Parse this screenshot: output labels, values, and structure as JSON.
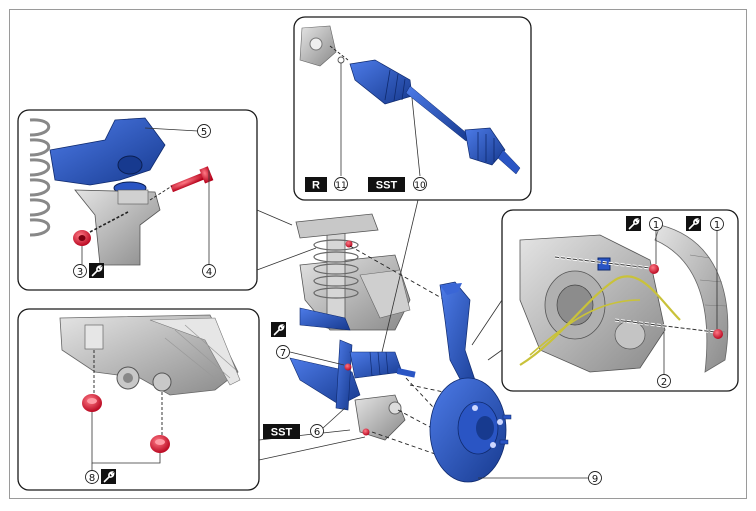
{
  "callouts": {
    "c1a": "1",
    "c1b": "1",
    "c2": "2",
    "c3": "3",
    "c4": "4",
    "c5": "5",
    "c6": "6",
    "c7": "7",
    "c8": "8",
    "c9": "9",
    "c10": "10",
    "c11": "11"
  },
  "tags": {
    "sst_driveshaft": "SST",
    "sst_knuckle": "SST",
    "r_label": "R"
  },
  "icons": [
    "torque-wrench-icon"
  ],
  "colors": {
    "frame": "#9a9a9a",
    "panel_border": "#1a1a1a",
    "part_blue": "#2a55c4",
    "part_blue_dark": "#173a8f",
    "fastener_red": "#e0142c",
    "metal_grey": "#b9b9b9",
    "wire_yellow": "#c9c23a"
  }
}
